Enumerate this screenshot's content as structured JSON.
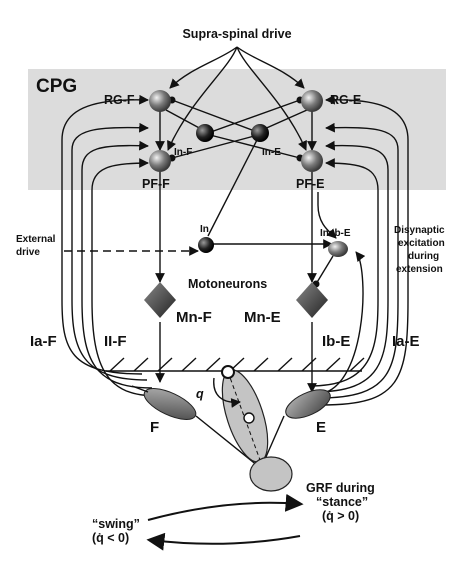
{
  "labels": {
    "supraspinal": "Supra-spinal drive",
    "cpg": "CPG",
    "rg_f": "RG-F",
    "rg_e": "RG-E",
    "in_f": "In-F",
    "in_e": "In-E",
    "pf_f": "PF-F",
    "pf_e": "PF-E",
    "external_drive_1": "External",
    "external_drive_2": "drive",
    "in": "In",
    "inab_e": "Inab-E",
    "disynaptic_1": "Disynaptic",
    "disynaptic_2": "excitation",
    "disynaptic_3": "during",
    "disynaptic_4": "extension",
    "motoneurons": "Motoneurons",
    "mn_f": "Mn-F",
    "mn_e": "Mn-E",
    "ia_f": "Ia-F",
    "ii_f": "II-F",
    "ib_e": "Ib-E",
    "ia_e": "Ia-E",
    "q": "q",
    "muscle_f": "F",
    "muscle_e": "E",
    "grf_1": "GRF during",
    "grf_2": "“stance”",
    "grf_3": "(q̇ > 0)",
    "swing_1": "“swing”",
    "swing_2": "(q̇ < 0)"
  },
  "colors": {
    "cpg_box": "#dcdcdc",
    "neuron": "#555555",
    "muscle": "#8a8a8a",
    "limb": "#c4c4c4"
  }
}
